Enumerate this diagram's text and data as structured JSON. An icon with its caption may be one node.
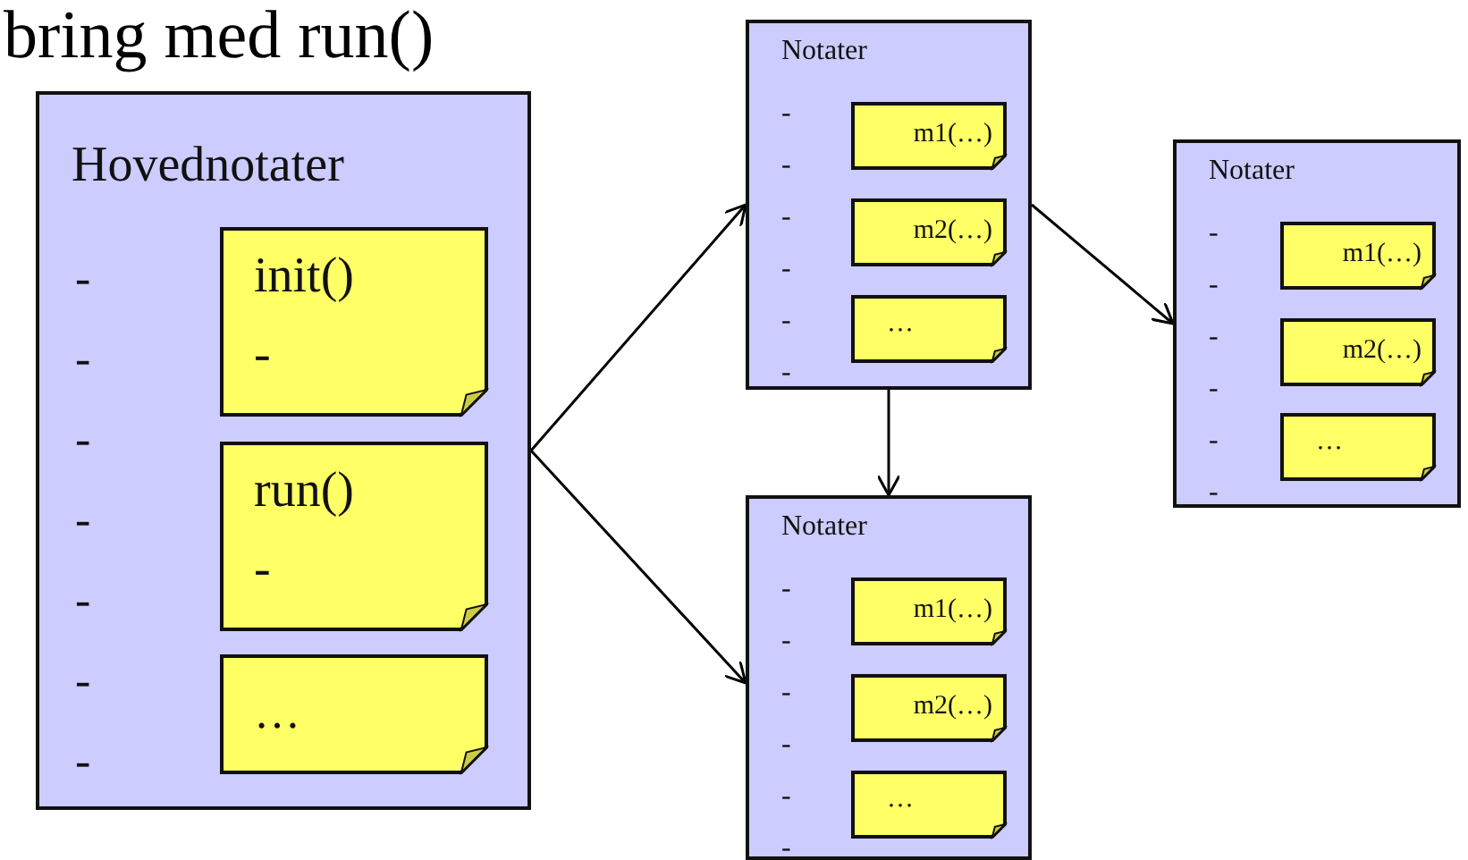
{
  "diagram": {
    "title": "bring med run()",
    "nodes": [
      {
        "text": [
          "Hovednotater",
          "-",
          "-",
          "-",
          "-",
          "-",
          "-",
          "-"
        ]
      },
      {
        "text": [
          "init()",
          "-"
        ],
        "in": 0
      },
      {
        "text": [
          "run()",
          "-"
        ],
        "in": 0
      },
      {
        "text": [
          "…"
        ],
        "in": 0
      },
      {
        "text": [
          "Notater",
          "-",
          "-",
          "-",
          "-",
          "-",
          "-"
        ]
      },
      {
        "text": [
          "m1(…)"
        ],
        "in": 4
      },
      {
        "text": [
          "m2(…)"
        ],
        "in": 4
      },
      {
        "text": [
          "…"
        ],
        "in": 4
      },
      {
        "text": [
          "Notater",
          "-",
          "-",
          "-",
          "-",
          "-",
          "-"
        ]
      },
      {
        "text": [
          "m1(…)"
        ],
        "in": 8
      },
      {
        "text": [
          "m2(…)"
        ],
        "in": 8
      },
      {
        "text": [
          "…"
        ],
        "in": 8
      },
      {
        "text": [
          "Notater",
          "-",
          "-",
          "-",
          "-",
          "-",
          "-"
        ]
      },
      {
        "text": [
          "m1(…)"
        ],
        "in": 12
      },
      {
        "text": [
          "m2(…)"
        ],
        "in": 12
      },
      {
        "text": [
          "…"
        ],
        "in": 12
      }
    ],
    "edges": [
      {
        "from": 0,
        "to": 4,
        "arrow": "to"
      },
      {
        "from": 0,
        "to": 12,
        "arrow": "to"
      },
      {
        "from": 4,
        "to": 8,
        "arrow": "to"
      },
      {
        "from": 4,
        "to": 12,
        "arrow": "to"
      }
    ]
  }
}
